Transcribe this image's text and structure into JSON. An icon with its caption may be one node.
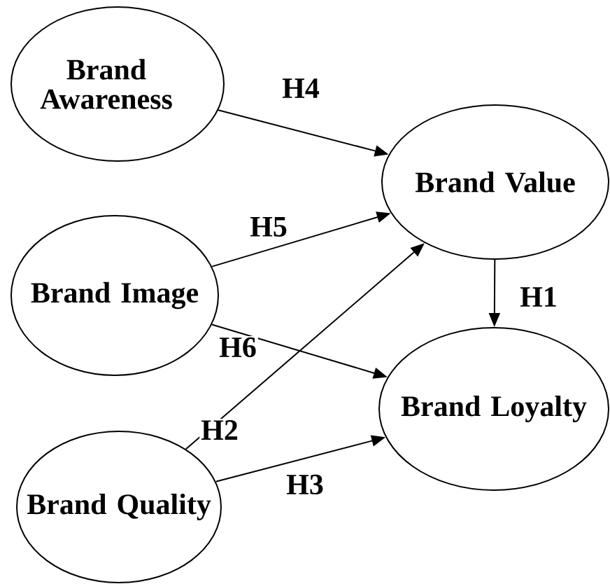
{
  "diagram": {
    "nodes": [
      {
        "text": [
          "Brand Awareness"
        ]
      },
      {
        "text": [
          "Brand Value"
        ]
      },
      {
        "text": [
          "Brand Image"
        ]
      },
      {
        "text": [
          "Brand Loyalty"
        ]
      },
      {
        "text": [
          "Brand Quality"
        ]
      }
    ],
    "edges": [
      {
        "from": 0,
        "to": 1,
        "arrow": "to",
        "label": "H4"
      },
      {
        "from": 2,
        "to": 1,
        "arrow": "to",
        "label": "H5"
      },
      {
        "from": 2,
        "to": 3,
        "arrow": "to",
        "label": "H6"
      },
      {
        "from": 4,
        "to": 1,
        "arrow": "to",
        "label": "H2"
      },
      {
        "from": 4,
        "to": 3,
        "arrow": "to",
        "label": "H3"
      },
      {
        "from": 1,
        "to": 3,
        "arrow": "to",
        "label": "H1"
      }
    ]
  }
}
